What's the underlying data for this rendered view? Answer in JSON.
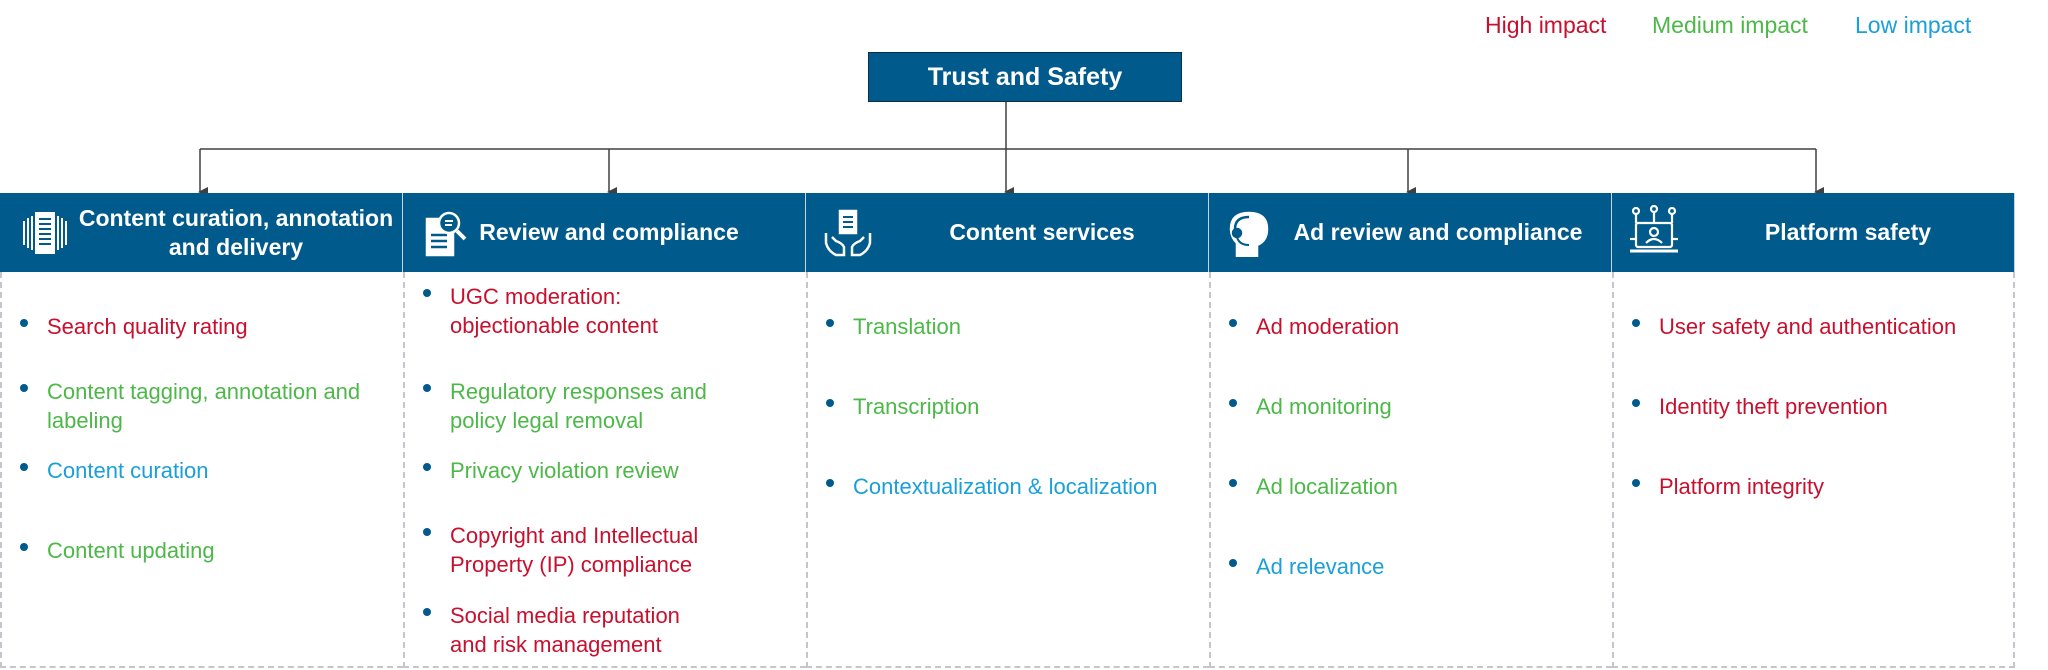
{
  "legend": {
    "high": "High impact",
    "medium": "Medium impact",
    "low": "Low impact"
  },
  "colors": {
    "high": "#c8102e",
    "medium": "#4cb848",
    "low": "#1a9fd8",
    "header": "#005a8c"
  },
  "root": "Trust and Safety",
  "columns": [
    {
      "title": "Content curation, annotation and delivery",
      "icon": "document-stack-icon",
      "items": [
        {
          "text": "Search quality rating",
          "impact": "high"
        },
        {
          "text": "Content tagging, annotation and labeling",
          "impact": "medium"
        },
        {
          "text": "Content curation",
          "impact": "low"
        },
        {
          "text": "Content updating",
          "impact": "medium"
        }
      ]
    },
    {
      "title": "Review and compliance",
      "icon": "document-magnifier-icon",
      "items": [
        {
          "text": "UGC moderation: objectionable content",
          "impact": "high"
        },
        {
          "text": "Regulatory responses and policy legal removal",
          "impact": "medium"
        },
        {
          "text": "Privacy violation review",
          "impact": "medium"
        },
        {
          "text": "Copyright and Intellectual Property (IP) compliance",
          "impact": "high"
        },
        {
          "text": "Social media reputation and risk management",
          "impact": "high"
        }
      ]
    },
    {
      "title": "Content services",
      "icon": "hands-document-icon",
      "items": [
        {
          "text": "Translation",
          "impact": "medium"
        },
        {
          "text": "Transcription",
          "impact": "medium"
        },
        {
          "text": "Contextualization & localization",
          "impact": "low"
        }
      ]
    },
    {
      "title": "Ad review and compliance",
      "icon": "headset-agent-icon",
      "items": [
        {
          "text": "Ad moderation",
          "impact": "high"
        },
        {
          "text": "Ad monitoring",
          "impact": "medium"
        },
        {
          "text": "Ad localization",
          "impact": "medium"
        },
        {
          "text": "Ad relevance",
          "impact": "low"
        }
      ]
    },
    {
      "title": "Platform safety",
      "icon": "secure-user-device-icon",
      "items": [
        {
          "text": "User safety and authentication",
          "impact": "high"
        },
        {
          "text": "Identity theft prevention",
          "impact": "high"
        },
        {
          "text": "Platform integrity",
          "impact": "high"
        }
      ]
    }
  ]
}
